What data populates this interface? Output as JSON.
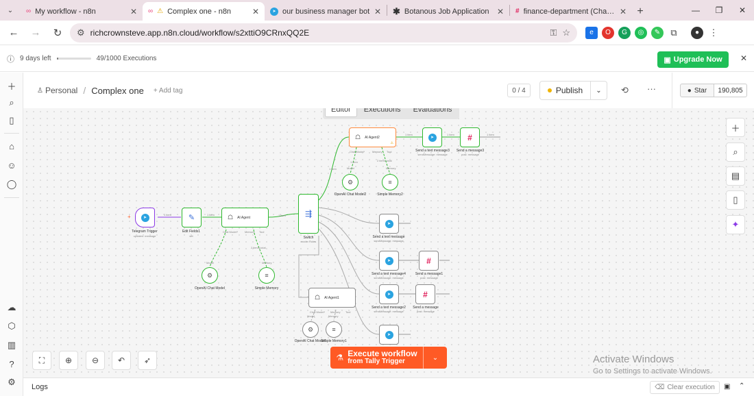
{
  "browser": {
    "tabs": [
      {
        "title": "My workflow - n8n",
        "active": false
      },
      {
        "title": "Complex one - n8n",
        "active": true
      },
      {
        "title": "our business manager bot",
        "active": false
      },
      {
        "title": "Botanous Job Application",
        "active": false
      },
      {
        "title": "finance-department (Channel)",
        "active": false
      }
    ],
    "url": "richcrownsteve.app.n8n.cloud/workflow/s2xttiO9CRnxQQ2E"
  },
  "banner": {
    "trial_text": "9 days left",
    "executions": "49/1000 Executions",
    "executions_used_fraction": 0.049,
    "upgrade_label": "Upgrade Now"
  },
  "header": {
    "project": "Personal",
    "workflow_name": "Complex one",
    "add_tag": "+ Add tag",
    "counter": "0 / 4",
    "publish_label": "Publish"
  },
  "github": {
    "star_label": "Star",
    "star_count": "190,805"
  },
  "view_tabs": [
    "Editor",
    "Executions",
    "Evaluations"
  ],
  "nodes": {
    "telegram_trigger": {
      "label": "Telegram Trigger",
      "sub": "updates: message"
    },
    "edit_fields": {
      "label": "Edit Fields1",
      "sub": "set"
    },
    "ai_agent": {
      "label": "AI Agent"
    },
    "switch": {
      "label": "Switch",
      "sub": "mode: Rules"
    },
    "ai_agent2": {
      "label": "AI Agent2"
    },
    "ai_agent1": {
      "label": "AI Agent1"
    },
    "send_text3": {
      "label": "Send a text message3",
      "sub": "sendMessage: message"
    },
    "send_msg3": {
      "label": "Send a message3",
      "sub": "post: message"
    },
    "send_text": {
      "label": "Send a text message",
      "sub": "sendMessage: message"
    },
    "send_text4": {
      "label": "Send a text message4",
      "sub": "sendMessage: message"
    },
    "send_msg1": {
      "label": "Send a message1",
      "sub": "post: message"
    },
    "send_text2": {
      "label": "Send a text message2",
      "sub": "sendMessage: message"
    },
    "send_msg": {
      "label": "Send a message",
      "sub": "post: message"
    },
    "openai_model": {
      "label": "OpenAI Chat Model"
    },
    "simple_memory": {
      "label": "Simple Memory"
    },
    "openai_model2": {
      "label": "OpenAI Chat Model2"
    },
    "simple_memory2": {
      "label": "Simple Memory2"
    },
    "openai_model1": {
      "label": "OpenAI Chat Model1"
    },
    "simple_memory1": {
      "label": "Simple Memory1"
    }
  },
  "conn_labels": {
    "one_item": "1 item",
    "chat_model": "Chat Model*",
    "memory": "Memory",
    "tool": "Tool",
    "model": "Model",
    "two_items_total": "2 items total"
  },
  "execute": {
    "title": "Execute workflow",
    "sub": "from Tally Trigger"
  },
  "watermark": {
    "line1": "Activate Windows",
    "line2": "Go to Settings to activate Windows."
  },
  "logs": {
    "label": "Logs",
    "clear_label": "Clear execution"
  },
  "colors": {
    "accent": "#ff5a25",
    "upgrade": "#1fbf57",
    "telegram": "#2aa3e0",
    "success": "#2eb82e",
    "trigger": "#8b39e6"
  }
}
